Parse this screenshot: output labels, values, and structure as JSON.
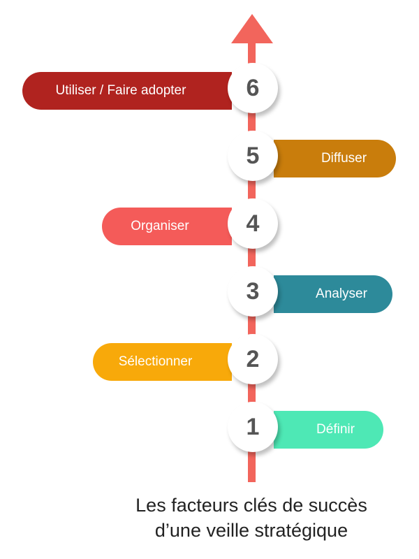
{
  "colors": {
    "axis": "#f2655c",
    "step1": "#4ee8b5",
    "step2": "#f8a90a",
    "step3": "#2d8a9a",
    "step4": "#f45b59",
    "step5": "#c97d0c",
    "step6": "#b0231f"
  },
  "steps": [
    {
      "number": "1",
      "label": "Définir"
    },
    {
      "number": "2",
      "label": "Sélectionner"
    },
    {
      "number": "3",
      "label": "Analyser"
    },
    {
      "number": "4",
      "label": "Organiser"
    },
    {
      "number": "5",
      "label": "Diffuser"
    },
    {
      "number": "6",
      "label": "Utiliser / Faire adopter"
    }
  ],
  "title": {
    "line1": "Les facteurs clés de succès",
    "line2": "d’une veille stratégique"
  }
}
